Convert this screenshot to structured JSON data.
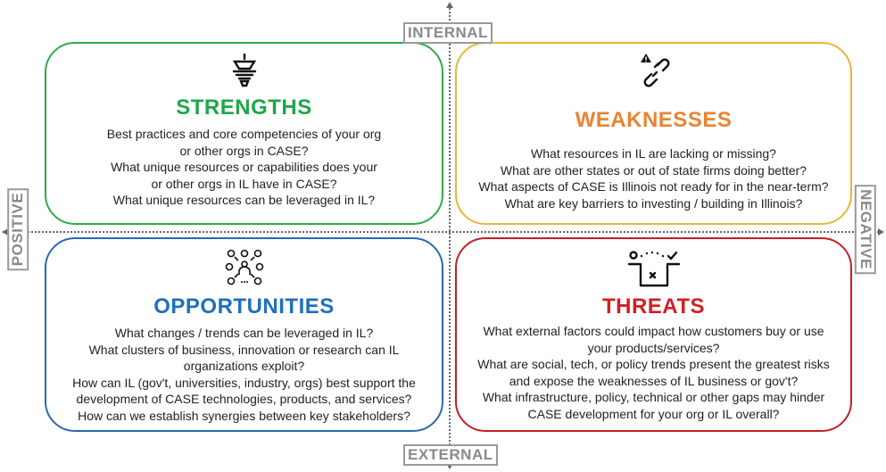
{
  "axes": {
    "internal": "INTERNAL",
    "external": "EXTERNAL",
    "positive": "POSITIVE",
    "negative": "NEGATIVE"
  },
  "quadrants": {
    "strengths": {
      "title": "STRENGTHS",
      "lines": [
        "Best practices and core competencies of your org",
        "or other orgs in CASE?",
        "What unique resources or capabilities does your",
        "or other orgs in IL have in CASE?",
        "What unique resources can be leveraged in IL?"
      ],
      "icon": "lightbulb-icon",
      "color": "#1fa64a"
    },
    "weaknesses": {
      "title": "WEAKNESSES",
      "lines": [
        "What resources in IL are lacking or missing?",
        "What are other states or out of state firms doing better?",
        "What aspects of CASE is Illinois not ready for in the near-term?",
        "What are key barriers to investing / building in Illinois?"
      ],
      "icon": "broken-chain-warning-icon",
      "color": "#ea8332"
    },
    "opportunities": {
      "title": "OPPORTUNITIES",
      "lines": [
        "What changes / trends can be leveraged in IL?",
        "What clusters of business, innovation or research can IL",
        "organizations exploit?",
        "How can IL (gov't, universities, industry, orgs) best support the",
        "development of CASE technologies, products, and services?",
        "How can we establish synergies between key stakeholders?"
      ],
      "icon": "network-person-icon",
      "color": "#1f6fc1"
    },
    "threats": {
      "title": "THREATS",
      "lines": [
        "What external factors could impact how customers buy or use",
        "your products/services?",
        "What are social, tech, or policy trends present the greatest risks",
        "and expose the weaknesses of IL business or gov't?",
        "What infrastructure, policy, technical or other gaps may hinder",
        "CASE development for your org or IL overall?"
      ],
      "icon": "pit-obstacle-icon",
      "color": "#d21f25"
    }
  }
}
